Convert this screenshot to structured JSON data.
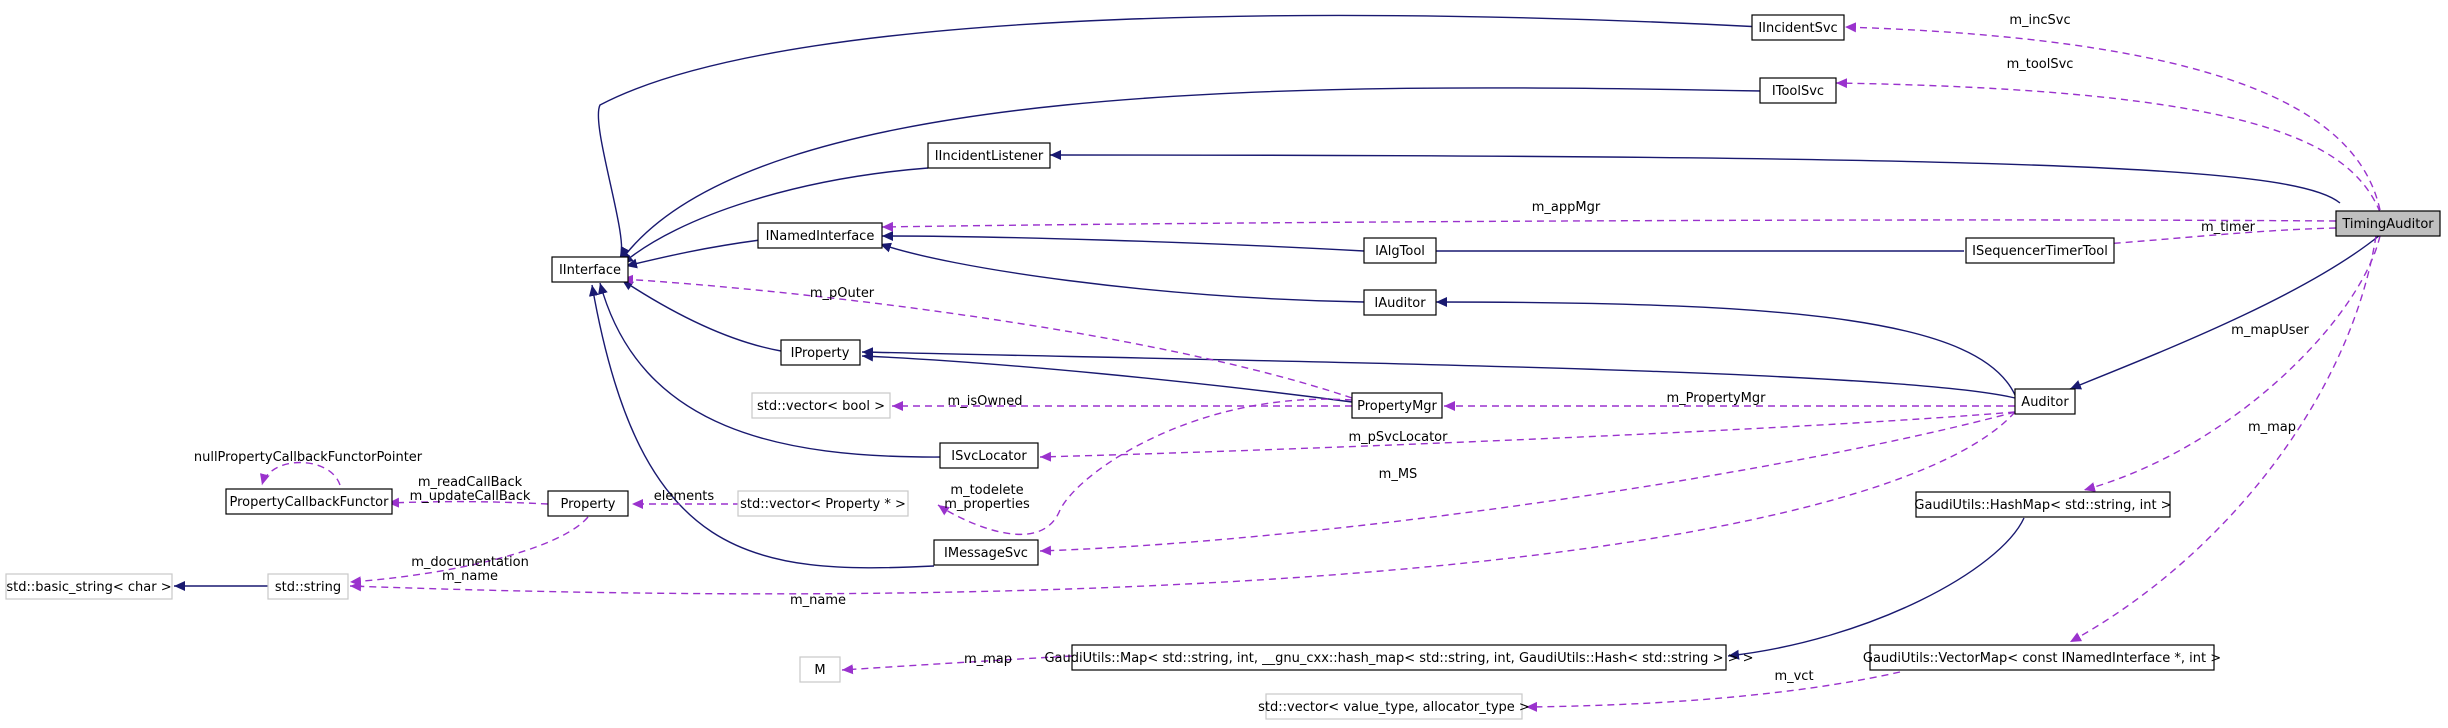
{
  "diagram": {
    "title": "",
    "colors": {
      "inheritance": "#191970",
      "usage": "#9a32cd",
      "focus_fill": "#bfbfbf",
      "ghost_border": "#c8c8c8"
    },
    "nodes": {
      "timing_auditor": "TimingAuditor",
      "iincident_svc": "IIncidentSvc",
      "itool_svc": "IToolSvc",
      "iincident_listener": "IIncidentListener",
      "inamed_interface": "INamedInterface",
      "iinterface": "IInterface",
      "ialg_tool": "IAlgTool",
      "isequencer_timer_tool": "ISequencerTimerTool",
      "iauditor": "IAuditor",
      "iproperty": "IProperty",
      "vector_bool": "std::vector< bool >",
      "property_mgr": "PropertyMgr",
      "auditor": "Auditor",
      "isvc_locator": "ISvcLocator",
      "property_callback_functor": "PropertyCallbackFunctor",
      "property": "Property",
      "vector_property": "std::vector< Property * >",
      "imessage_svc": "IMessageSvc",
      "basic_string": "std::basic_string< char >",
      "std_string": "std::string",
      "hashmap": "GaudiUtils::HashMap< std::string, int >",
      "m": "M",
      "gaudi_map": "GaudiUtils::Map< std::string, int, __gnu_cxx::hash_map< std::string, int, GaudiUtils::Hash< std::string > > >",
      "vectormap": "GaudiUtils::VectorMap< const INamedInterface *, int >",
      "vector_value_type": "std::vector< value_type, allocator_type >"
    },
    "labels": {
      "m_incSvc": "m_incSvc",
      "m_toolSvc": "m_toolSvc",
      "m_appMgr": "m_appMgr",
      "m_timer": "m_timer",
      "m_pOuter": "m_pOuter",
      "m_mapUser": "m_mapUser",
      "m_isOwned": "m_isOwned",
      "m_PropertyMgr": "m_PropertyMgr",
      "m_pSvcLocator": "m_pSvcLocator",
      "m_map_top": "m_map",
      "nullPropertyCallbackFunctorPointer": "nullPropertyCallbackFunctorPointer",
      "m_readCallBack": "m_readCallBack",
      "m_updateCallBack": "m_updateCallBack",
      "elements": "elements",
      "m_todelete": "m_todelete",
      "m_properties": "m_properties",
      "m_MS": "m_MS",
      "m_documentation": "m_documentation",
      "m_name_prop": "m_name",
      "m_name_auditor": "m_name",
      "m_map_bottom": "m_map",
      "m_vct": "m_vct"
    }
  }
}
